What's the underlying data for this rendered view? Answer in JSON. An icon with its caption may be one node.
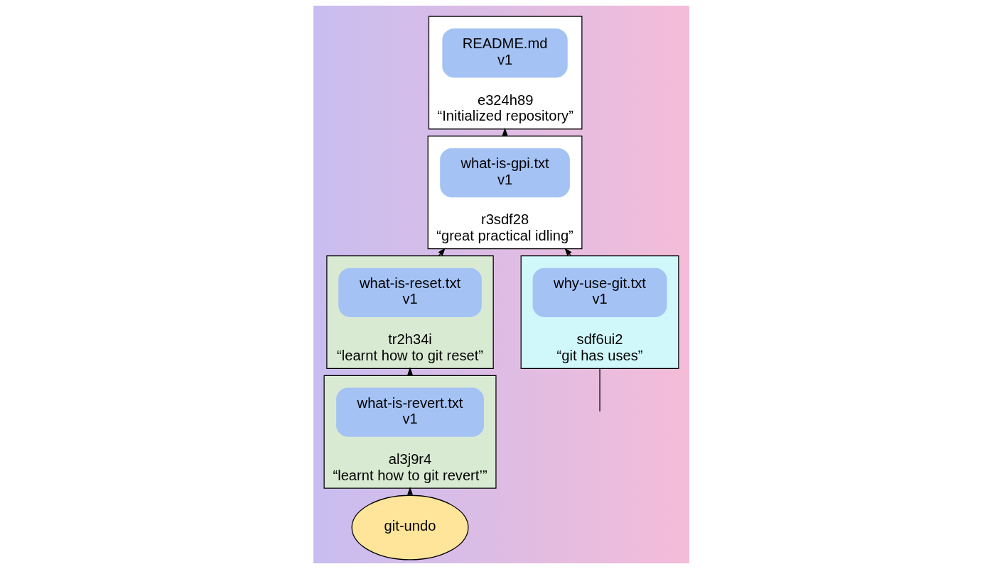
{
  "diagram": {
    "nodes": [
      {
        "text": [
          "e324h89",
          "“Initialized repository”"
        ]
      },
      {
        "text": [
          "README.md",
          "v1"
        ],
        "in": 0
      },
      {
        "text": [
          "tr2h34i",
          "“learnt how to git reset”"
        ]
      },
      {
        "text": [
          "what-is-reset.txt",
          "v1"
        ],
        "in": 2
      },
      {
        "text": [
          "r3sdf28",
          "“great practical idling”"
        ]
      },
      {
        "text": [
          "what-is-gpi.txt",
          "v1"
        ],
        "in": 4
      },
      {
        "text": [
          "git-undo"
        ]
      },
      {
        "text": [
          "al3j9r4",
          "“learnt how to git revert’”"
        ]
      },
      {
        "text": [
          "what-is-revert.txt",
          "v1"
        ],
        "in": 7
      },
      {
        "text": [
          "sdf6ui2",
          "“git has uses”"
        ]
      },
      {
        "text": [
          "why-use-git.txt",
          "v1"
        ],
        "in": 9
      }
    ],
    "edges": [
      {
        "from": 4,
        "to": 0,
        "arrow": "to"
      },
      {
        "from": 9,
        "to": 4,
        "arrow": "to"
      },
      {
        "from": 2,
        "to": 4,
        "arrow": "to"
      },
      {
        "from": 6,
        "to": 7,
        "arrow": "to"
      },
      {
        "from": 7,
        "to": 2,
        "arrow": "to"
      },
      {
        "from": null,
        "to": 9,
        "arrow": "none"
      }
    ]
  }
}
